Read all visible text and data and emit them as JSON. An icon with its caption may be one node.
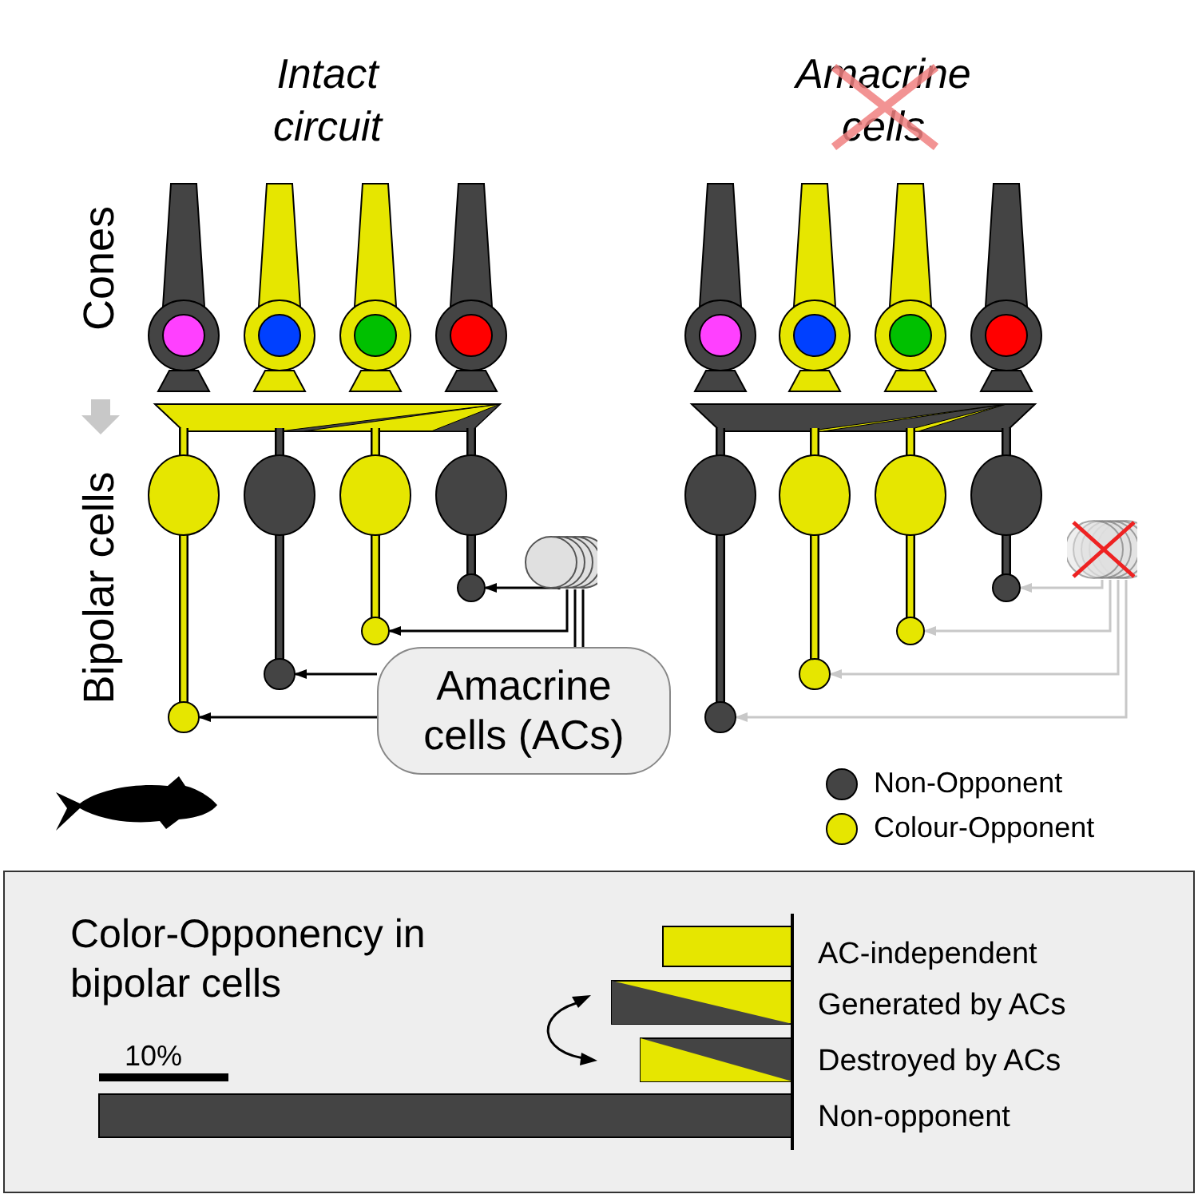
{
  "diagram": {
    "nodes": [
      {
        "text": [],
        "shape": "circle"
      },
      {
        "text": [],
        "shape": "circle"
      },
      {
        "text": [],
        "shape": "circle"
      },
      {
        "text": [],
        "shape": "circle"
      },
      {
        "text": [],
        "shape": "circle"
      },
      {
        "text": [
          "Amacrine cells (ACs)"
        ]
      },
      {
        "text": [],
        "shape": "circle"
      },
      {
        "text": [],
        "shape": "circle"
      },
      {
        "text": [],
        "shape": "circle"
      },
      {
        "text": [],
        "shape": "circle"
      },
      {
        "text": [],
        "shape": "circle"
      }
    ],
    "edges": [
      {
        "from": 0,
        "to": 4,
        "arrow": "to"
      },
      {
        "from": 0,
        "to": 3,
        "arrow": "to"
      },
      {
        "from": 0,
        "to": 5,
        "arrow": "none"
      },
      {
        "from": 5,
        "to": 2,
        "arrow": "to"
      },
      {
        "from": 5,
        "to": 1,
        "arrow": "to"
      },
      {
        "from": 6,
        "to": 10,
        "arrow": "to",
        "color": "#c8c8c8"
      },
      {
        "from": 6,
        "to": 9,
        "arrow": "to",
        "color": "#c8c8c8"
      },
      {
        "from": 6,
        "to": 8,
        "arrow": "to",
        "color": "#c8c8c8"
      },
      {
        "from": 6,
        "to": 7,
        "arrow": "to",
        "color": "#c8c8c8"
      }
    ],
    "labels": [
      "Intact circuit",
      "Amacrine cells",
      "Cones",
      "Bipolar cells",
      "Color-Opponency in bipolar cells",
      "10%",
      "AC-independent",
      "Generated by ACs",
      "Destroyed by ACs",
      "Non-opponent"
    ],
    "legend": [
      {
        "text": "Non-Opponent",
        "color": "#444444"
      },
      {
        "text": "Colour-Opponent",
        "color": "#e6e600"
      }
    ]
  }
}
